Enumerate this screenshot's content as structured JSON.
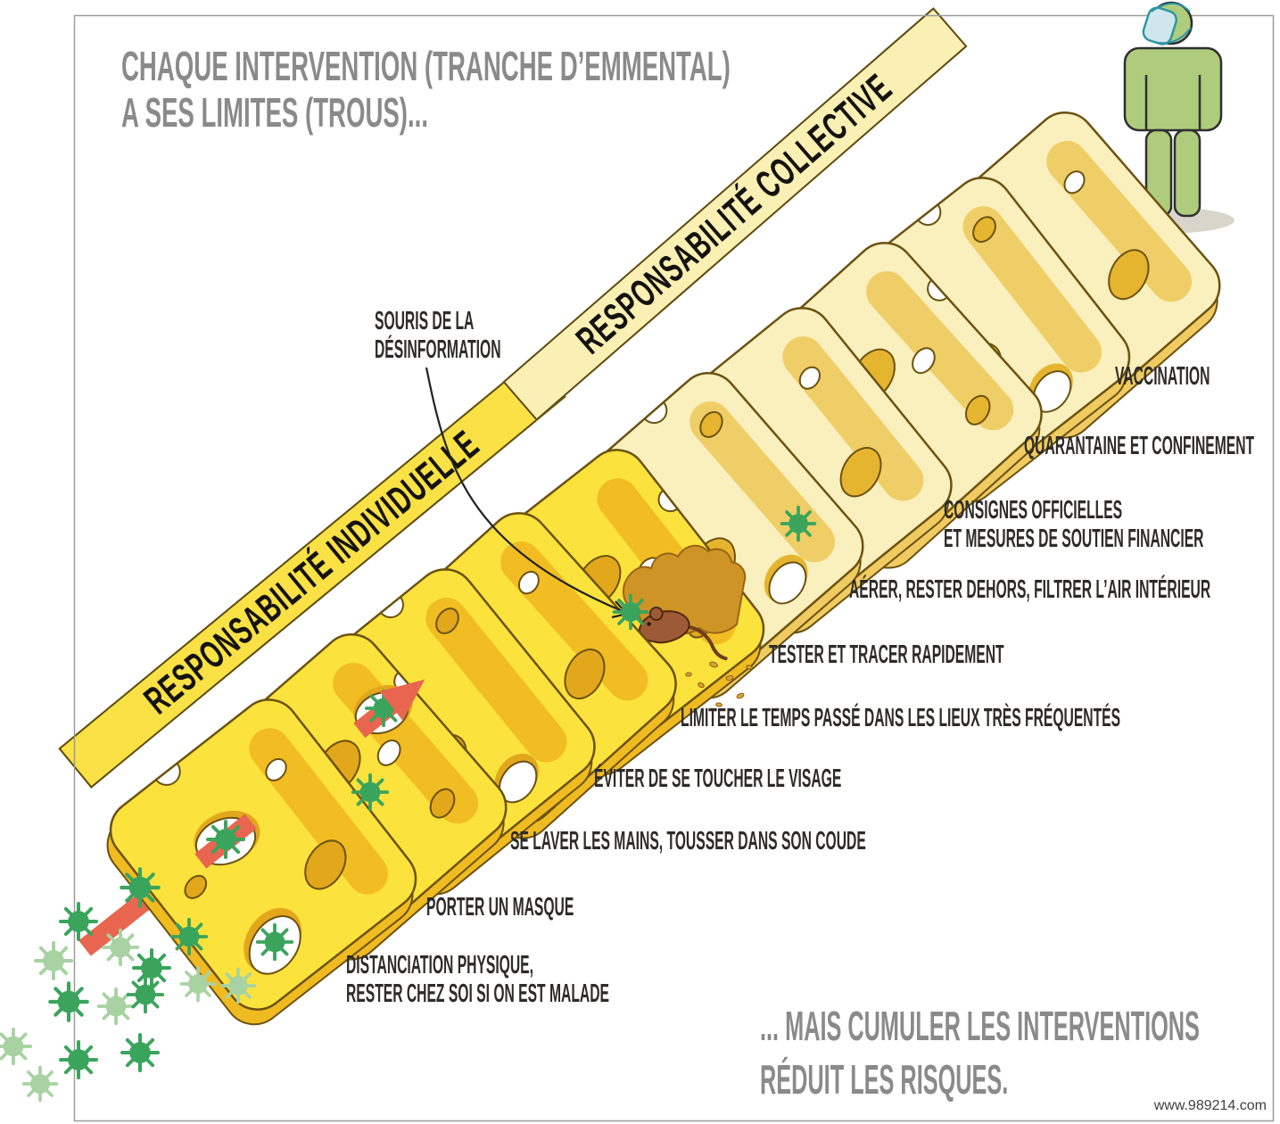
{
  "title": {
    "line1": "CHAQUE INTERVENTION (TRANCHE D’EMMENTAL)",
    "line2": "A SES LIMITES (TROUS)..."
  },
  "banners": {
    "individual": "RESPONSABILITÉ INDIVIDUELLE",
    "collective": "RESPONSABILITÉ COLLECTIVE"
  },
  "mouse_label": {
    "line1": "SOURIS DE LA",
    "line2": "DÉSINFORMATION"
  },
  "interventions": [
    {
      "lines": [
        "DISTANCIATION PHYSIQUE,",
        "RESTER CHEZ SOI SI ON EST MALADE"
      ]
    },
    {
      "lines": [
        "PORTER UN MASQUE"
      ]
    },
    {
      "lines": [
        "SE LAVER LES MAINS, TOUSSER DANS SON COUDE"
      ]
    },
    {
      "lines": [
        "ÉVITER DE SE TOUCHER LE VISAGE"
      ]
    },
    {
      "lines": [
        "LIMITER LE TEMPS PASSÉ DANS LES LIEUX TRÈS FRÉQUENTÉS"
      ]
    },
    {
      "lines": [
        "TESTER ET TRACER RAPIDEMENT"
      ]
    },
    {
      "lines": [
        "AÉRER, RESTER DEHORS, FILTRER L’AIR INTÉRIEUR"
      ]
    },
    {
      "lines": [
        "CONSIGNES OFFICIELLES",
        "ET MESURES DE SOUTIEN FINANCIER"
      ]
    },
    {
      "lines": [
        "QUARANTAINE ET CONFINEMENT"
      ]
    },
    {
      "lines": [
        "VACCINATION"
      ]
    }
  ],
  "conclusion": {
    "line1": "... MAIS CUMULER LES INTERVENTIONS",
    "line2": "RÉDUIT LES RISQUES."
  },
  "watermark": "www.989214.com",
  "colors": {
    "cheese_bright": "#FBE23C",
    "cheese_bright_edge": "#F0BB21",
    "cheese_pale": "#FAF0BE",
    "cheese_pale_edge": "#EFCB62",
    "banner_individual": "#F9E146",
    "banner_collective": "#FAF0B4",
    "virus_green_dark": "#3BA45C",
    "virus_green_light": "#A8D2A2",
    "arrow_red": "#E8654F",
    "person_green": "#AFCC7D",
    "mask_blue": "#CFE7EC",
    "mouse_brown": "#9C5B36",
    "text_gray": "#8A8A8A",
    "text_dark": "#2E2B28"
  }
}
